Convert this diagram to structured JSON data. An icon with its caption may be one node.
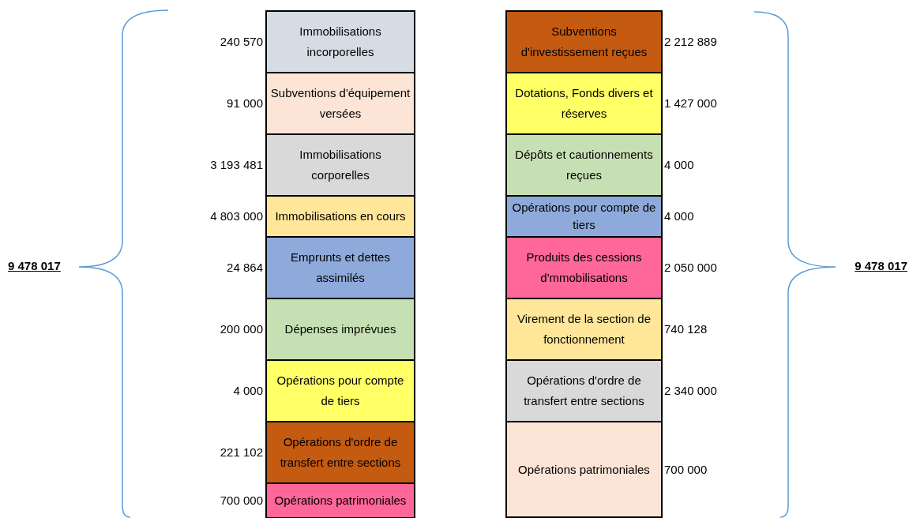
{
  "diagram": {
    "nodes": [
      {
        "text": [
          "Immobilisations incorporelles"
        ],
        "beside": [
          "240 570"
        ]
      },
      {
        "text": [
          "Subventions d'équipement versées"
        ],
        "beside": [
          "91 000"
        ]
      },
      {
        "text": [
          "Immobilisations corporelles"
        ],
        "beside": [
          "3 193 481"
        ]
      },
      {
        "text": [
          "Immobilisations en cours"
        ],
        "beside": [
          "4 803 000"
        ]
      },
      {
        "text": [
          "Emprunts et dettes assimilés"
        ],
        "beside": [
          "24 864"
        ]
      },
      {
        "text": [
          "Dépenses imprévues"
        ],
        "beside": [
          "200 000"
        ]
      },
      {
        "text": [
          "Opérations pour compte de tiers"
        ],
        "beside": [
          "4 000"
        ]
      },
      {
        "text": [
          "Opérations d'ordre de transfert entre sections"
        ],
        "beside": [
          "221 102"
        ]
      },
      {
        "text": [
          "Opérations patrimoniales"
        ],
        "beside": [
          "700 000"
        ]
      },
      {
        "text": [
          "Subventions d'investissement reçues"
        ],
        "beside": [
          "2 212 889"
        ]
      },
      {
        "text": [
          "Dotations, Fonds divers et réserves"
        ],
        "beside": [
          "1 427 000"
        ]
      },
      {
        "text": [
          "Dépôts et cautionnements reçues"
        ],
        "beside": [
          "4 000"
        ]
      },
      {
        "text": [
          "Opérations pour compte de tiers"
        ],
        "beside": [
          "4 000"
        ]
      },
      {
        "text": [
          "Produits des cessions d'mmobilisations"
        ],
        "beside": [
          "2 050 000"
        ]
      },
      {
        "text": [
          "Virement de la section de fonctionnement"
        ],
        "beside": [
          "740 128"
        ]
      },
      {
        "text": [
          "Opérations d'ordre de transfert entre sections"
        ],
        "beside": [
          "2 340 000"
        ]
      },
      {
        "text": [
          "Opérations patrimoniales"
        ],
        "beside": [
          "700 000"
        ]
      }
    ],
    "labels": [
      "9 478 017",
      "9 478 017"
    ]
  }
}
